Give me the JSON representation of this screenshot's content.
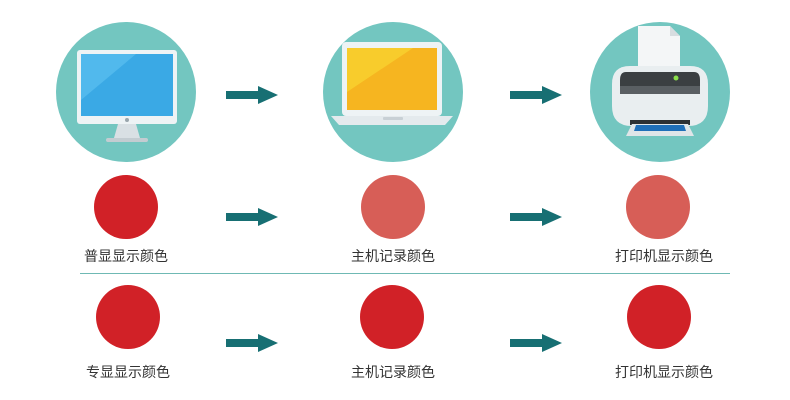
{
  "colors": {
    "device_circle": "#73c6c0",
    "arrow": "#176f73",
    "saturated_red": "#d12127",
    "muted_red": "#d75e57",
    "divider": "#6fb9b4"
  },
  "icons": {
    "desktop": "desktop-monitor-icon",
    "laptop": "laptop-icon",
    "printer": "printer-icon"
  },
  "row1": {
    "labels": [
      "普显显示颜色",
      "主机记录颜色",
      "打印机显示颜色"
    ]
  },
  "row2": {
    "labels": [
      "专显显示颜色",
      "主机记录颜色",
      "打印机显示颜色"
    ]
  }
}
